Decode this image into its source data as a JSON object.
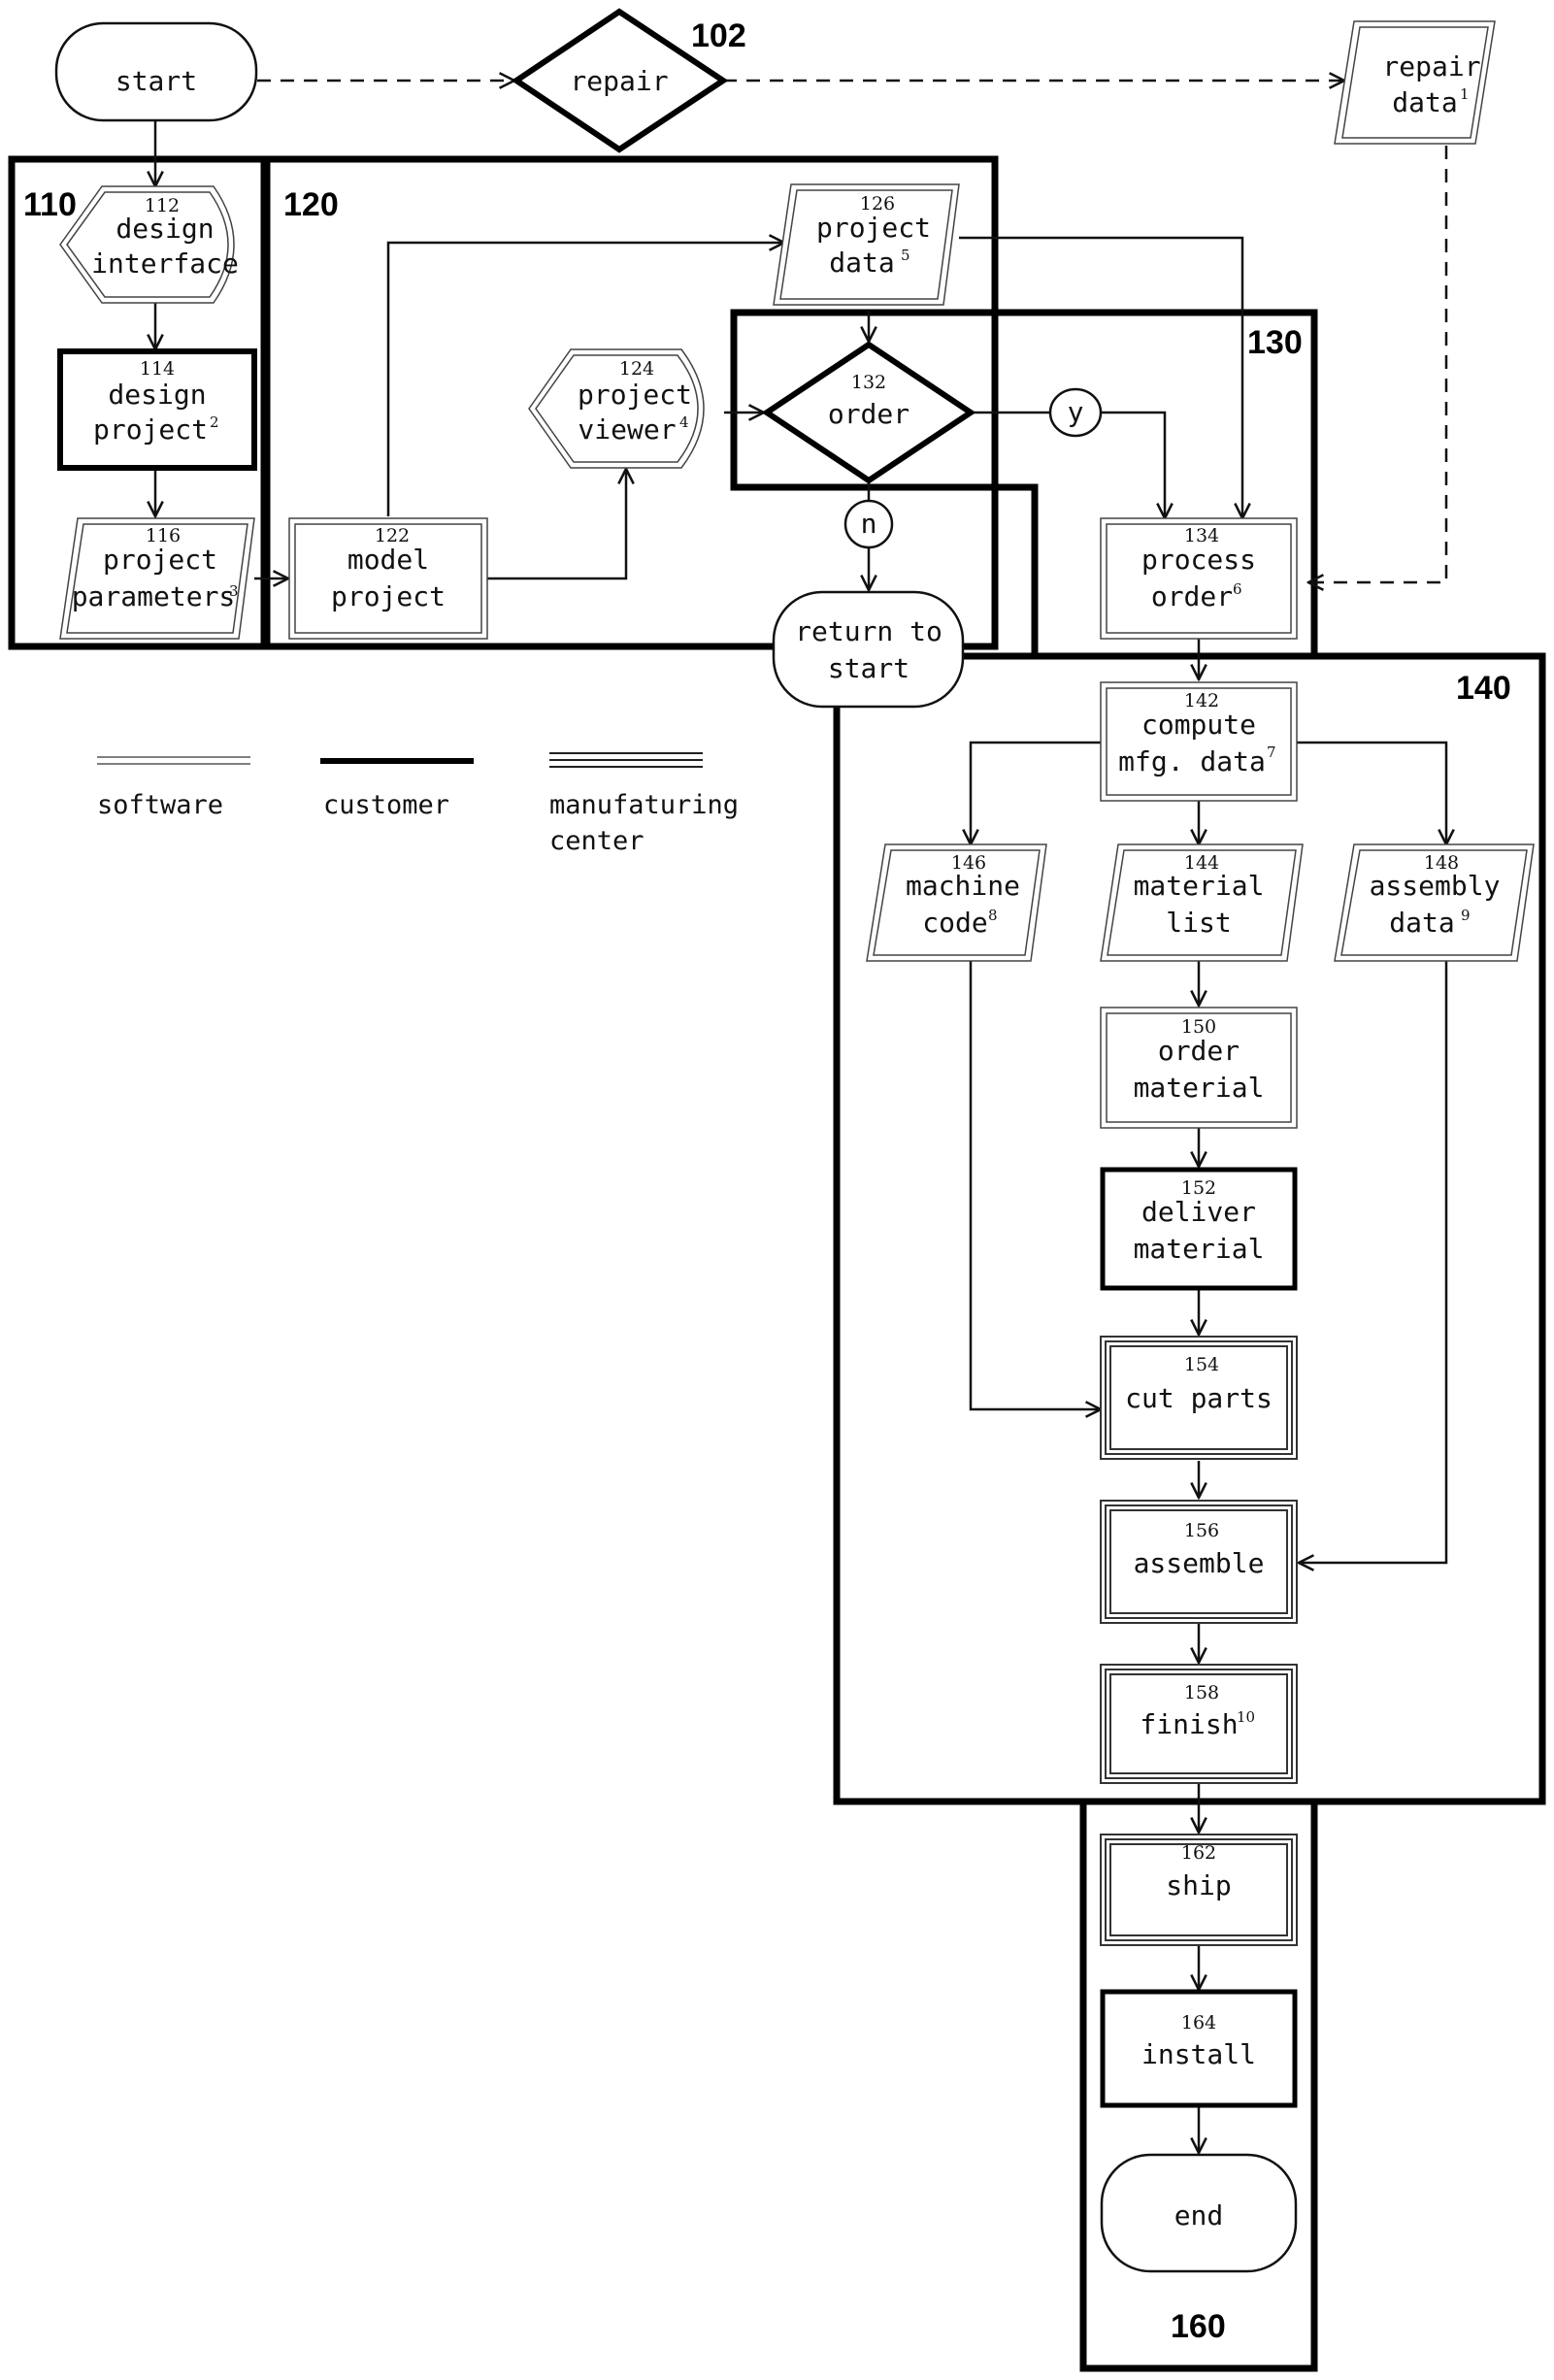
{
  "regions": {
    "r102": "102",
    "r110": "110",
    "r120": "120",
    "r130": "130",
    "r140": "140",
    "r160": "160"
  },
  "nodes": {
    "start": "start",
    "repair": "repair",
    "repair_data": {
      "l1": "repair",
      "l2": "data",
      "sup": "1"
    },
    "n112": {
      "num": "112",
      "l1": "design",
      "l2": "interface"
    },
    "n114": {
      "num": "114",
      "l1": "design",
      "l2": "project",
      "sup": "2"
    },
    "n116": {
      "num": "116",
      "l1": "project",
      "l2": "parameters",
      "sup": "3"
    },
    "n122": {
      "num": "122",
      "l1": "model",
      "l2": "project"
    },
    "n124": {
      "num": "124",
      "l1": "project",
      "l2": "viewer",
      "sup": "4"
    },
    "n126": {
      "num": "126",
      "l1": "project",
      "l2": "data",
      "sup": "5"
    },
    "n132": {
      "num": "132",
      "l1": "order"
    },
    "yes": "y",
    "no": "n",
    "return": {
      "l1": "return to",
      "l2": "start"
    },
    "n134": {
      "num": "134",
      "l1": "process",
      "l2": "order",
      "sup": "6"
    },
    "n142": {
      "num": "142",
      "l1": "compute",
      "l2": "mfg. data",
      "sup": "7"
    },
    "n146": {
      "num": "146",
      "l1": "machine",
      "l2": "code",
      "sup": "8"
    },
    "n144": {
      "num": "144",
      "l1": "material",
      "l2": "list"
    },
    "n148": {
      "num": "148",
      "l1": "assembly",
      "l2": "data",
      "sup": "9"
    },
    "n150": {
      "num": "150",
      "l1": "order",
      "l2": "material"
    },
    "n152": {
      "num": "152",
      "l1": "deliver",
      "l2": "material"
    },
    "n154": {
      "num": "154",
      "l1": "cut parts"
    },
    "n156": {
      "num": "156",
      "l1": "assemble"
    },
    "n158": {
      "num": "158",
      "l1": "finish",
      "sup": "10"
    },
    "n162": {
      "num": "162",
      "l1": "ship"
    },
    "n164": {
      "num": "164",
      "l1": "install"
    },
    "end": "end"
  },
  "legend": {
    "software": "software",
    "customer": "customer",
    "manufacturing_l1": "manufaturing",
    "manufacturing_l2": "center"
  }
}
